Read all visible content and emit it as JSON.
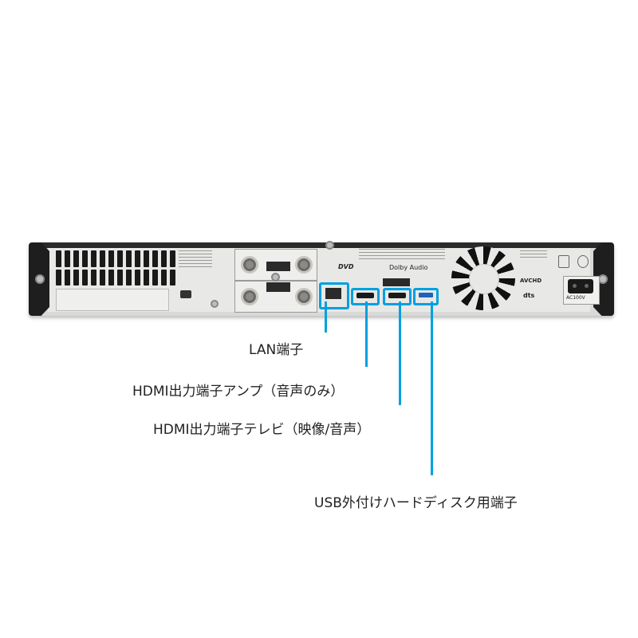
{
  "diagram": {
    "subject": "Blu-ray recorder rear panel",
    "accent_color": "#00a0e0",
    "callouts": [
      {
        "id": "lan",
        "label": "LAN端子"
      },
      {
        "id": "hdmi-amp",
        "label": "HDMI出力端子アンプ（音声のみ）"
      },
      {
        "id": "hdmi-tv",
        "label": "HDMI出力端子テレビ（映像/音声）"
      },
      {
        "id": "usb-hdd",
        "label": "USB外付けハードディスク用端子"
      }
    ],
    "panel_logos": {
      "dvd": "DVD",
      "dolby": "Dolby Audio",
      "avchd": "AVCHD",
      "dts": "dts",
      "ac_rating": "AC100V"
    }
  }
}
